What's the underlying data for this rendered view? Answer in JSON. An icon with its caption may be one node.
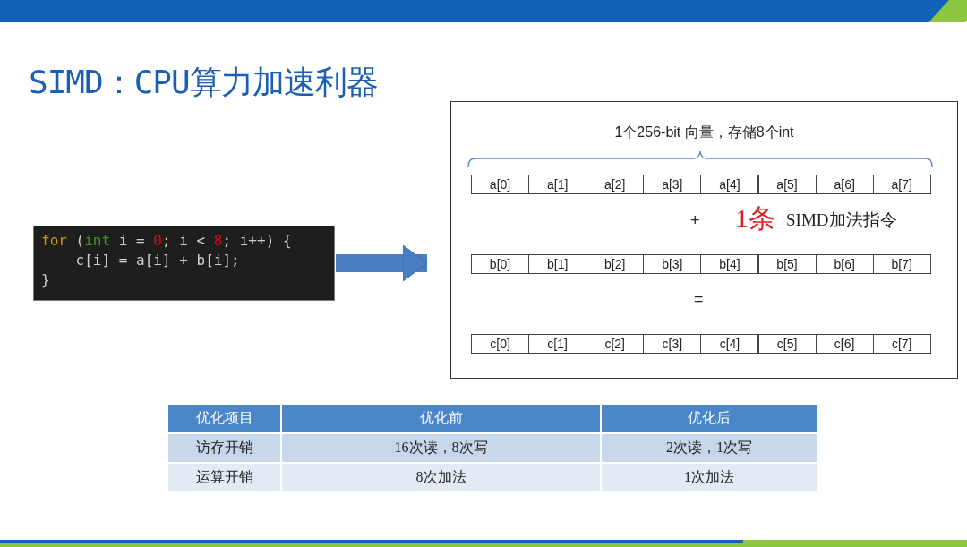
{
  "diagram": {
    "title": "SIMD：CPU算力加速利器",
    "nodes": [
      {
        "text": [
          "for (int i = 0; i < 8; i++) {",
          "c[i] = a[i] + b[i];",
          "}"
        ]
      },
      {
        "text": [
          "1个256-bit 向量，存储8个int"
        ]
      },
      {
        "text": [
          "a[0]"
        ],
        "in": 1
      },
      {
        "text": [
          "a[1]"
        ],
        "in": 1
      },
      {
        "text": [
          "a[2]"
        ],
        "in": 1
      },
      {
        "text": [
          "a[3]"
        ],
        "in": 1
      },
      {
        "text": [
          "a[4]"
        ],
        "in": 1
      },
      {
        "text": [
          "a[5]"
        ],
        "in": 1
      },
      {
        "text": [
          "a[6]"
        ],
        "in": 1
      },
      {
        "text": [
          "a[7]"
        ],
        "in": 1
      },
      {
        "text": [
          "b[0]"
        ],
        "in": 1
      },
      {
        "text": [
          "b[1]"
        ],
        "in": 1
      },
      {
        "text": [
          "b[2]"
        ],
        "in": 1
      },
      {
        "text": [
          "b[3]"
        ],
        "in": 1
      },
      {
        "text": [
          "b[4]"
        ],
        "in": 1
      },
      {
        "text": [
          "b[5]"
        ],
        "in": 1
      },
      {
        "text": [
          "b[6]"
        ],
        "in": 1
      },
      {
        "text": [
          "b[7]"
        ],
        "in": 1
      },
      {
        "text": [
          "c[0]"
        ],
        "in": 1
      },
      {
        "text": [
          "c[1]"
        ],
        "in": 1
      },
      {
        "text": [
          "c[2]"
        ],
        "in": 1
      },
      {
        "text": [
          "c[3]"
        ],
        "in": 1
      },
      {
        "text": [
          "c[4]"
        ],
        "in": 1
      },
      {
        "text": [
          "c[5]"
        ],
        "in": 1
      },
      {
        "text": [
          "c[6]"
        ],
        "in": 1
      },
      {
        "text": [
          "c[7]"
        ],
        "in": 1
      }
    ],
    "edges": [
      {
        "from": 0,
        "to": 1,
        "arrow": "to"
      }
    ],
    "labels": [
      "+",
      "1条",
      "SIMD加法指令",
      "=",
      "优化项目",
      "优化前",
      "优化后",
      "访存开销",
      "16次读，8次写",
      "2次读，1次写",
      "运算开销",
      "8次加法",
      "1次加法"
    ]
  }
}
